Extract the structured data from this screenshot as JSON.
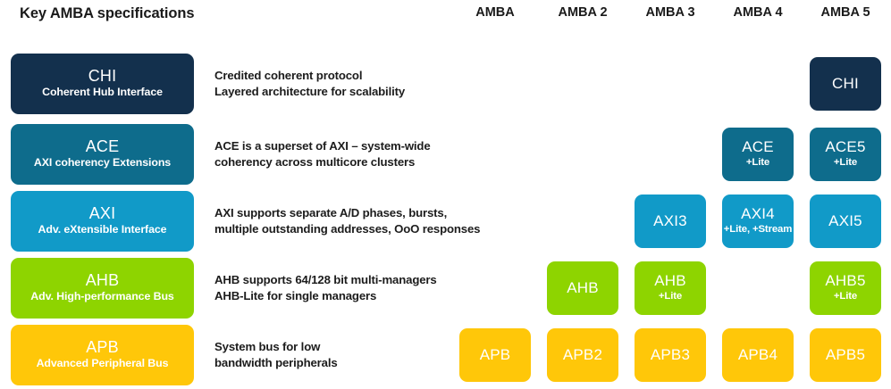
{
  "title": "Key AMBA specifications",
  "colors": {
    "chi": "#13304d",
    "ace": "#0e6c8c",
    "axi": "#119ac8",
    "ahb": "#8ed400",
    "apb": "#ffc709",
    "text": "#1a1a1a",
    "background": "#ffffff"
  },
  "columns": [
    {
      "label": "AMBA"
    },
    {
      "label": "AMBA 2"
    },
    {
      "label": "AMBA 3"
    },
    {
      "label": "AMBA 4"
    },
    {
      "label": "AMBA 5"
    }
  ],
  "rows": [
    {
      "key": "chi",
      "acronym": "CHI",
      "full_name": "Coherent Hub Interface",
      "color": "#13304d",
      "description_line1": "Credited coherent protocol",
      "description_line2": "Layered architecture for scalability",
      "cells": [
        {
          "label": "",
          "sub": "",
          "present": false
        },
        {
          "label": "",
          "sub": "",
          "present": false
        },
        {
          "label": "",
          "sub": "",
          "present": false
        },
        {
          "label": "",
          "sub": "",
          "present": false
        },
        {
          "label": "CHI",
          "sub": "",
          "present": true
        }
      ]
    },
    {
      "key": "ace",
      "acronym": "ACE",
      "full_name": "AXI coherency Extensions",
      "color": "#0e6c8c",
      "description_line1": "ACE is a superset of AXI – system-wide",
      "description_line2": "coherency across multicore clusters",
      "cells": [
        {
          "label": "",
          "sub": "",
          "present": false
        },
        {
          "label": "",
          "sub": "",
          "present": false
        },
        {
          "label": "",
          "sub": "",
          "present": false
        },
        {
          "label": "ACE",
          "sub": "+Lite",
          "present": true
        },
        {
          "label": "ACE5",
          "sub": "+Lite",
          "present": true
        }
      ]
    },
    {
      "key": "axi",
      "acronym": "AXI",
      "full_name": "Adv. eXtensible Interface",
      "color": "#119ac8",
      "description_line1": "AXI supports separate A/D phases, bursts,",
      "description_line2": "multiple outstanding addresses, OoO responses",
      "cells": [
        {
          "label": "",
          "sub": "",
          "present": false
        },
        {
          "label": "",
          "sub": "",
          "present": false
        },
        {
          "label": "AXI3",
          "sub": "",
          "present": true
        },
        {
          "label": "AXI4",
          "sub": "+Lite, +Stream",
          "present": true
        },
        {
          "label": "AXI5",
          "sub": "",
          "present": true
        }
      ]
    },
    {
      "key": "ahb",
      "acronym": "AHB",
      "full_name": "Adv. High-performance Bus",
      "color": "#8ed400",
      "description_line1": "AHB supports 64/128 bit multi-managers",
      "description_line2": "AHB-Lite for single managers",
      "cells": [
        {
          "label": "",
          "sub": "",
          "present": false
        },
        {
          "label": "AHB",
          "sub": "",
          "present": true
        },
        {
          "label": "AHB",
          "sub": "+Lite",
          "present": true
        },
        {
          "label": "",
          "sub": "",
          "present": false
        },
        {
          "label": "AHB5",
          "sub": "+Lite",
          "present": true
        }
      ]
    },
    {
      "key": "apb",
      "acronym": "APB",
      "full_name": "Advanced Peripheral Bus",
      "color": "#ffc709",
      "description_line1": "System bus for low",
      "description_line2": "bandwidth peripherals",
      "cells": [
        {
          "label": "APB",
          "sub": "",
          "present": true
        },
        {
          "label": "APB2",
          "sub": "",
          "present": true
        },
        {
          "label": "APB3",
          "sub": "",
          "present": true
        },
        {
          "label": "APB4",
          "sub": "",
          "present": true
        },
        {
          "label": "APB5",
          "sub": "",
          "present": true
        }
      ]
    }
  ]
}
